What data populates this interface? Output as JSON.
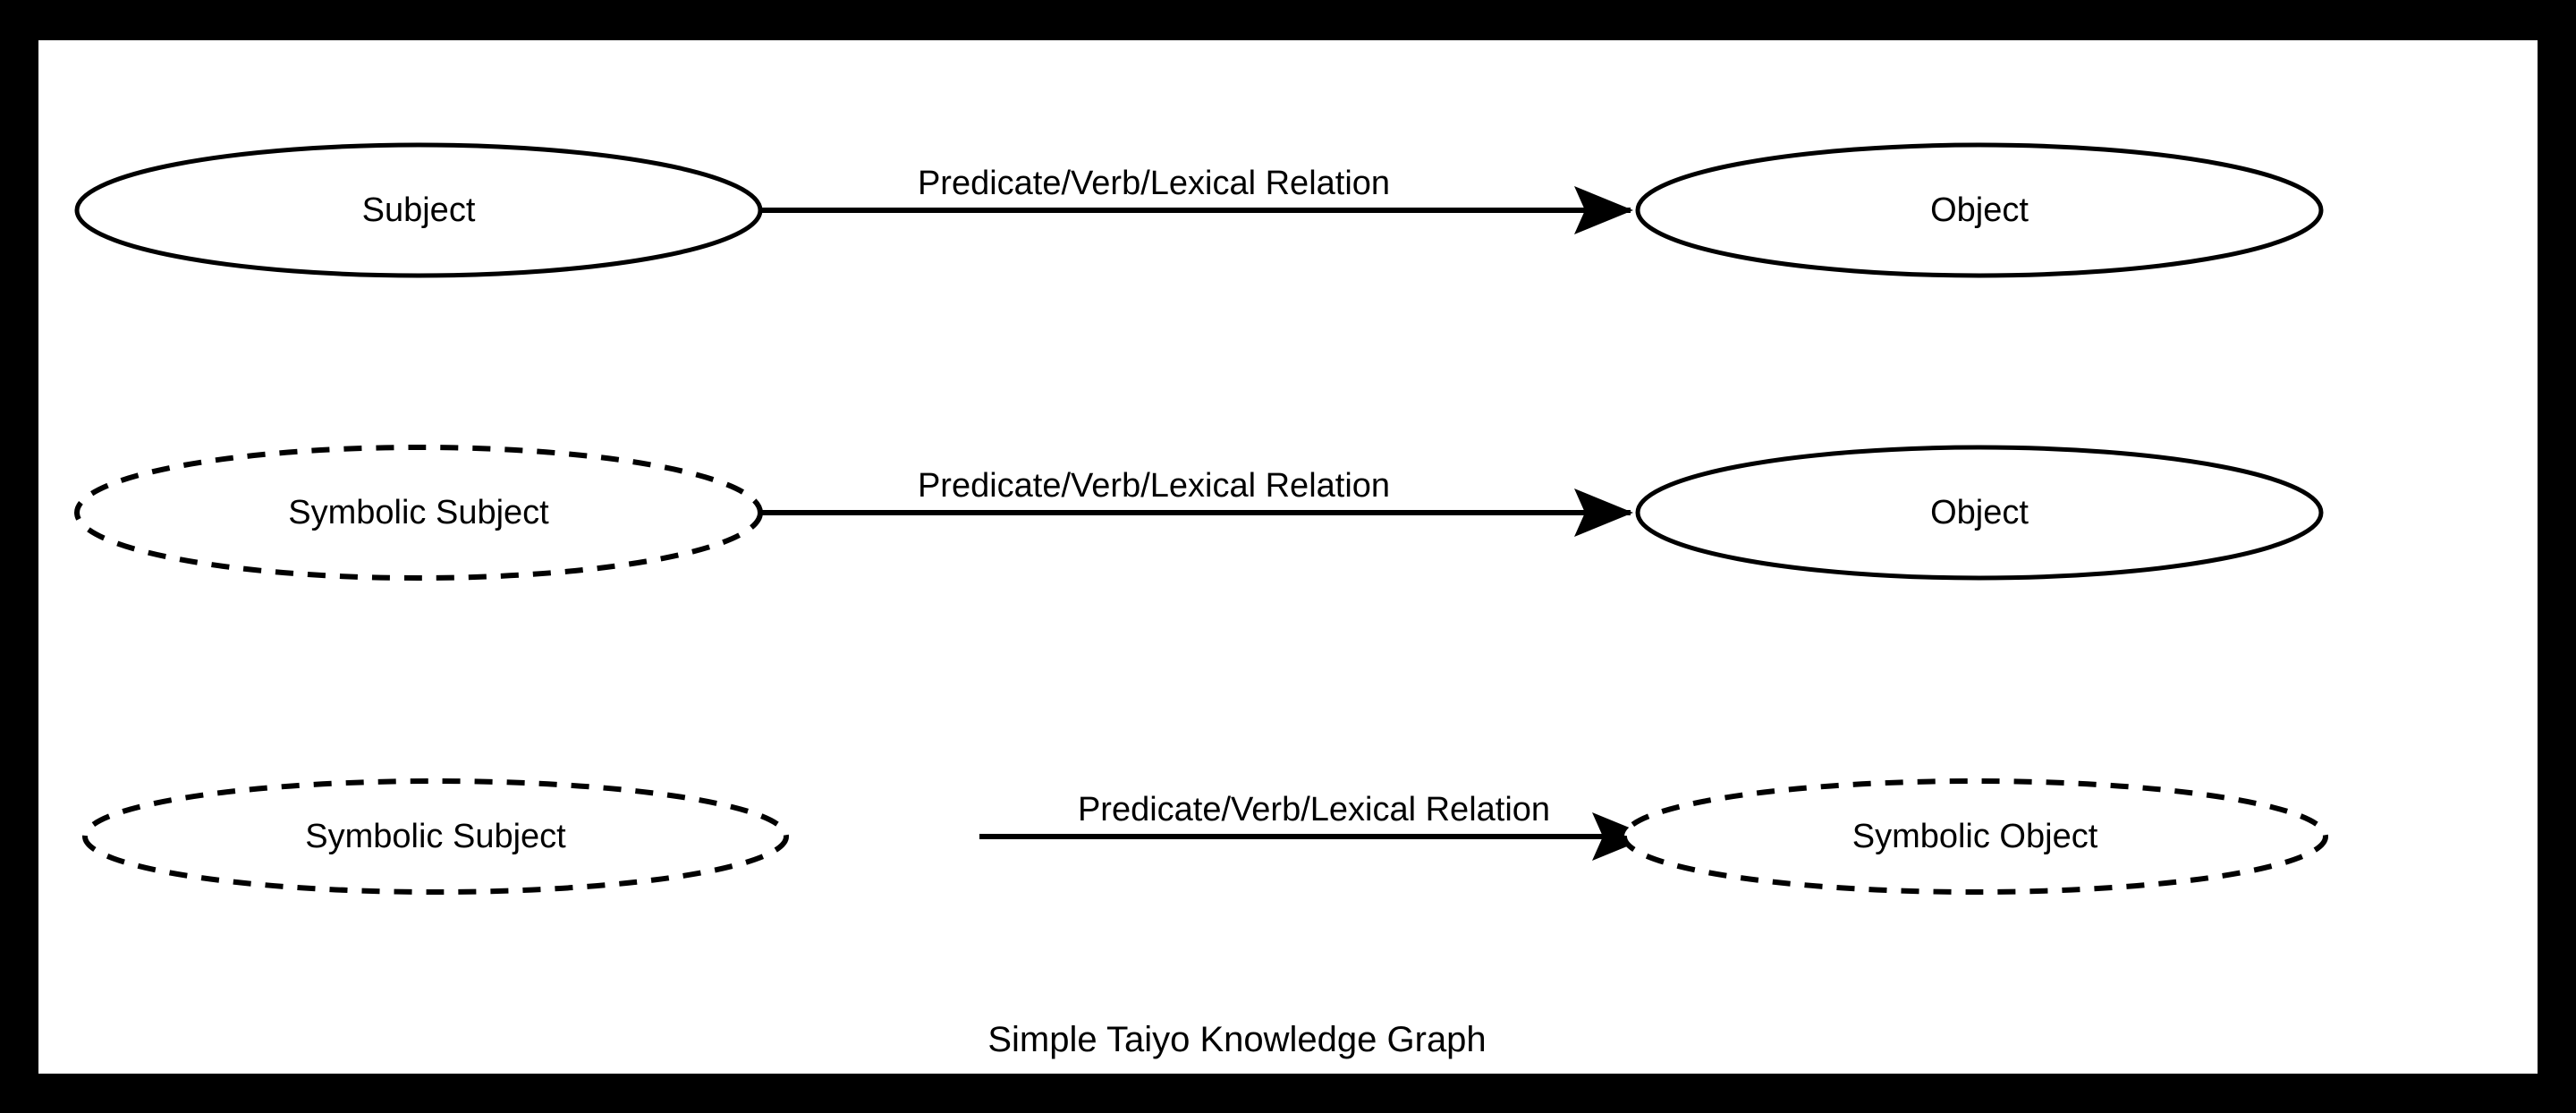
{
  "diagram": {
    "caption": "Simple Taiyo Knowledge Graph",
    "background_color": "#ffffff",
    "frame_color": "#000000",
    "stroke_color": "#000000",
    "text_color": "#000000",
    "rows": [
      {
        "id": "row-1",
        "source": {
          "label": "Subject",
          "shape": "ellipse",
          "border": "solid"
        },
        "edge": {
          "label": "Predicate/Verb/Lexical Relation",
          "arrow": "filled-triangle",
          "direction": "right"
        },
        "target": {
          "label": "Object",
          "shape": "ellipse",
          "border": "solid"
        }
      },
      {
        "id": "row-2",
        "source": {
          "label": "Symbolic Subject",
          "shape": "ellipse",
          "border": "dashed"
        },
        "edge": {
          "label": "Predicate/Verb/Lexical Relation",
          "arrow": "filled-triangle",
          "direction": "right"
        },
        "target": {
          "label": "Object",
          "shape": "ellipse",
          "border": "solid"
        }
      },
      {
        "id": "row-3",
        "source": {
          "label": "Symbolic Subject",
          "shape": "ellipse",
          "border": "dashed"
        },
        "edge": {
          "label": "Predicate/Verb/Lexical Relation",
          "arrow": "filled-triangle",
          "direction": "right"
        },
        "target": {
          "label": "Symbolic Object",
          "shape": "ellipse",
          "border": "dashed"
        }
      }
    ]
  }
}
